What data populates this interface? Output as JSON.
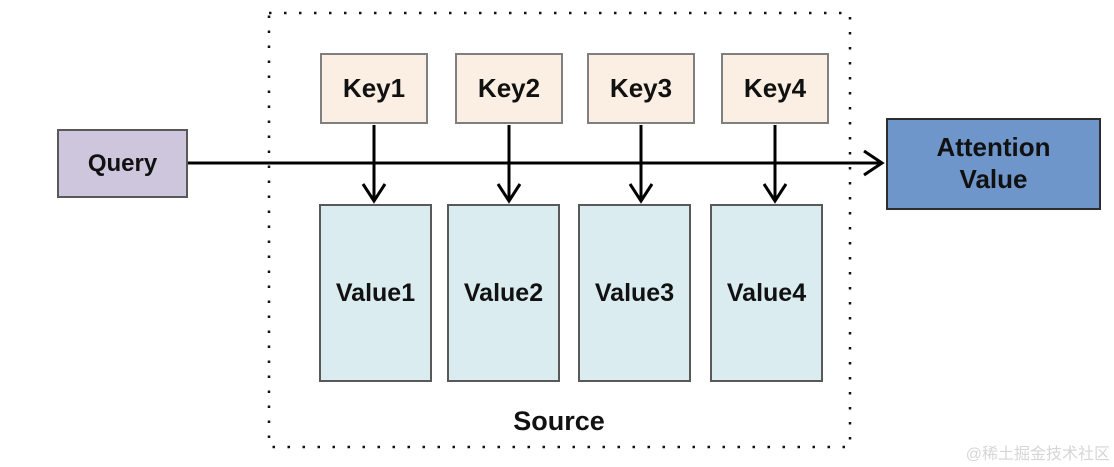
{
  "diagram": {
    "query": {
      "label": "Query"
    },
    "keys": [
      {
        "label": "Key1"
      },
      {
        "label": "Key2"
      },
      {
        "label": "Key3"
      },
      {
        "label": "Key4"
      }
    ],
    "values": [
      {
        "label": "Value1"
      },
      {
        "label": "Value2"
      },
      {
        "label": "Value3"
      },
      {
        "label": "Value4"
      }
    ],
    "attention": {
      "label": "Attention Value"
    },
    "source": {
      "label": "Source"
    },
    "watermark": "@稀土掘金技术社区",
    "colors": {
      "query_fill": "#cdc6dd",
      "key_fill": "#fbeee2",
      "value_fill": "#daecf0",
      "attention_fill": "#6e96cb",
      "arrow": "#000000",
      "dotted_border": "#111111",
      "watermark_text": "#d6d6d6"
    }
  }
}
